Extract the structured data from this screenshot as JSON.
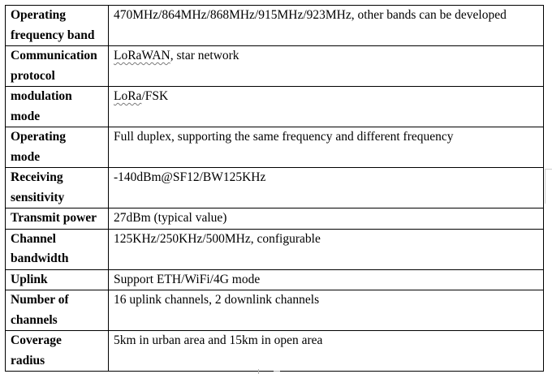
{
  "table": {
    "rows": [
      {
        "label_line1": "Operating",
        "label_line2": "frequency band",
        "value": "470MHz/864MHz/868MHz/915MHz/923MHz, other bands can be developed"
      },
      {
        "label_line1": "Communication",
        "label_line2": "protocol",
        "value_main": "LoRaWAN",
        "value_rest": ", star network"
      },
      {
        "label_line1": "modulation",
        "label_line2": "mode",
        "value_main": "LoRa",
        "value_rest": "/FSK"
      },
      {
        "label_line1": "Operating",
        "label_line2": "mode",
        "value": "Full duplex, supporting the same frequency and different frequency"
      },
      {
        "label_line1": "Receiving",
        "label_line2": "sensitivity",
        "value": "-140dBm@SF12/BW125KHz"
      },
      {
        "label_line1": "Transmit power",
        "value": "27dBm (typical value)"
      },
      {
        "label_line1": "Channel",
        "label_line2": "bandwidth",
        "value": "125KHz/250KHz/500MHz, configurable"
      },
      {
        "label_line1": "Uplink",
        "value": "Support ETH/WiFi/4G mode"
      },
      {
        "label_line1": "Number of",
        "label_line2": "channels",
        "value": "16 uplink channels, 2 downlink channels"
      },
      {
        "label_line1": "Coverage",
        "label_line2": "radius",
        "value": "5km in urban area and 15km in open area"
      }
    ]
  }
}
